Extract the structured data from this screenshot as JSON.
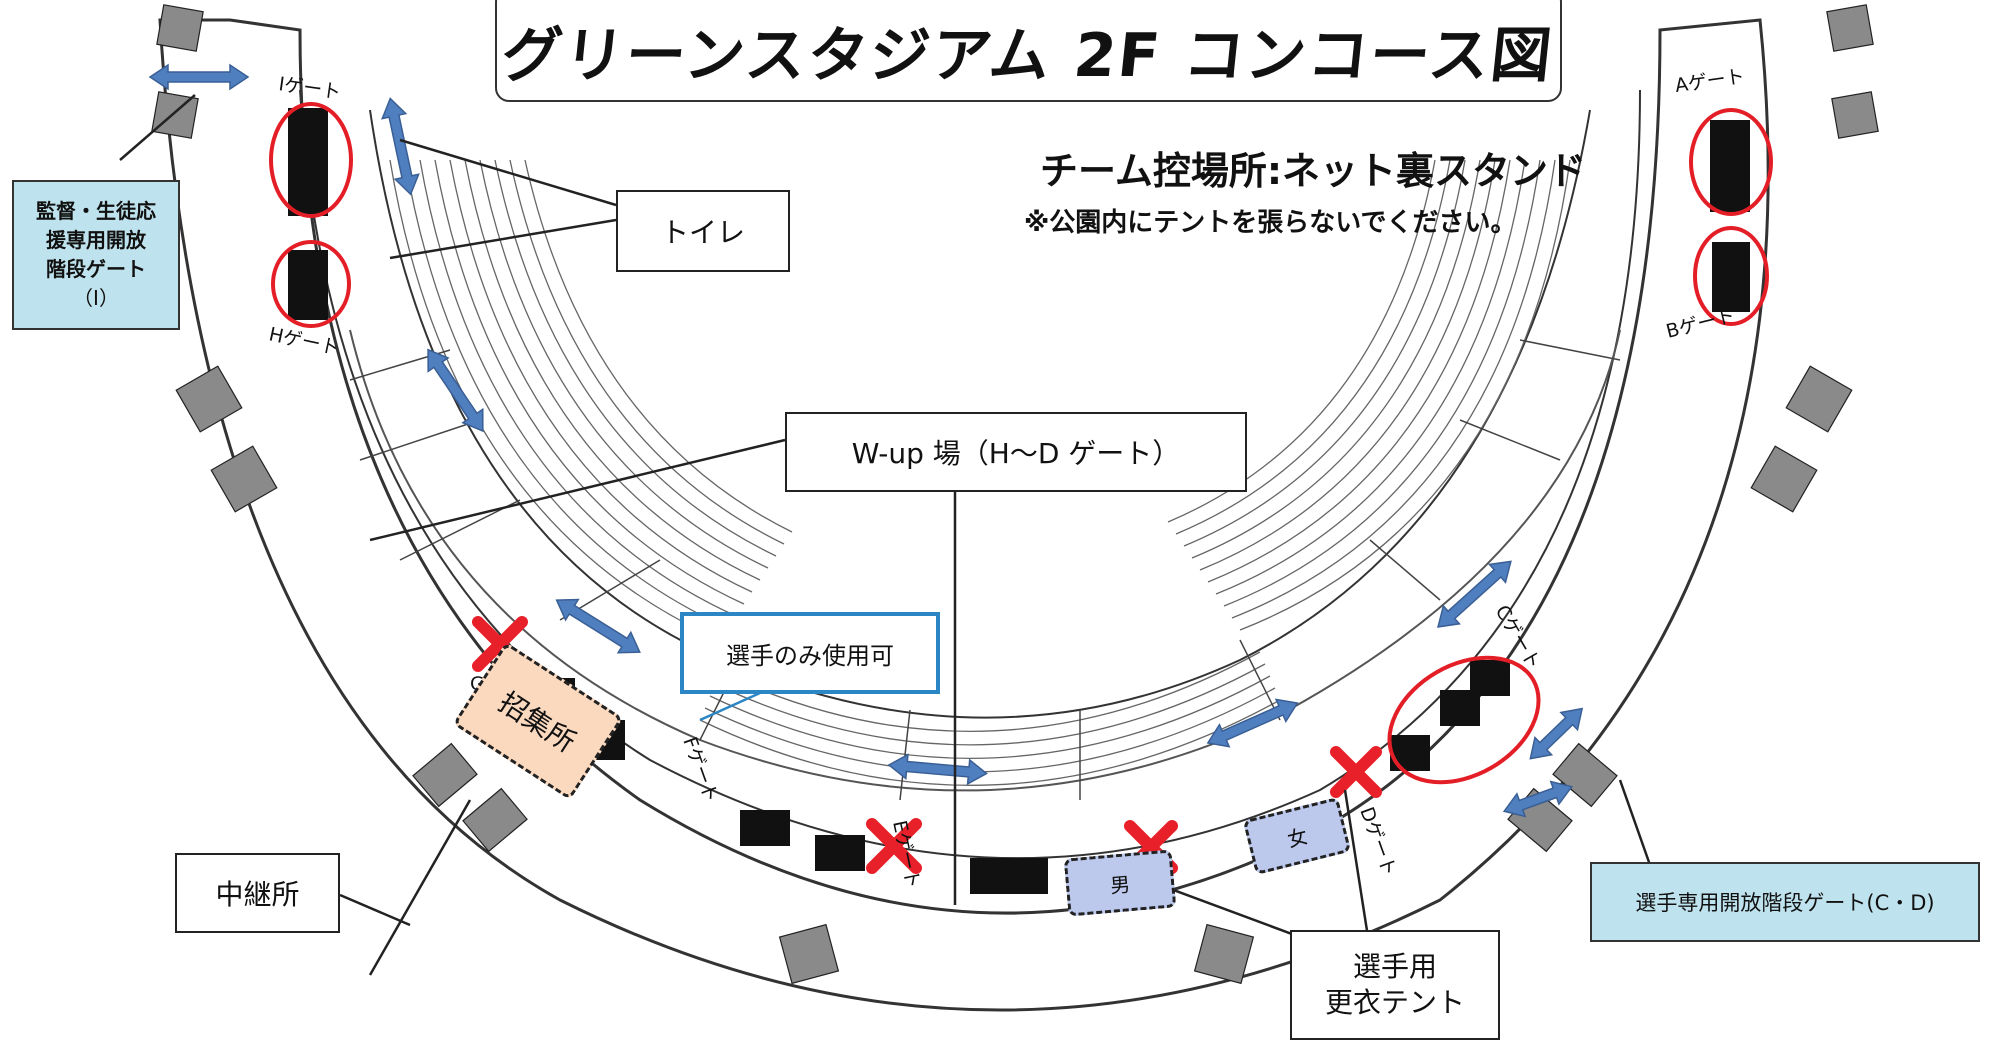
{
  "title": "グリーンスタジアム 2F コンコース図",
  "team_area": "チーム控場所:ネット裏スタンド",
  "notice": "※公園内にテントを張らないでください。",
  "labels": {
    "toilet": "トイレ",
    "warmup": "W-up 場（H〜D ゲート）",
    "players_only": "選手のみ使用可",
    "relay": "中継所",
    "changing_tent_line1": "選手用",
    "changing_tent_line2": "更衣テント",
    "assembly": "招集所",
    "tent_male": "男",
    "tent_female": "女",
    "coach_gate_line1": "監督・生徒応",
    "coach_gate_line2": "援専用開放",
    "coach_gate_line3": "階段ゲート",
    "coach_gate_line4": "（I）",
    "player_gate": "選手専用開放階段ゲート(C・D)"
  },
  "gates": [
    "Iゲート",
    "Hゲート",
    "Aゲート",
    "Bゲート",
    "G",
    "Fゲート",
    "Eゲート",
    "Cゲート",
    "Dゲート"
  ],
  "colors": {
    "arrow_blue": "#4f7fbf",
    "no_entry_red": "#e8202a",
    "circle_red": "#e41e26",
    "note_blue": "#bfe3ee",
    "assembly_orange": "#fbd9bf",
    "tent_blue": "#bcc8ec",
    "players_only_border": "#2a86c4"
  },
  "icons": [
    "double-arrow-icon",
    "no-entry-cross-icon",
    "toilet-icon"
  ]
}
